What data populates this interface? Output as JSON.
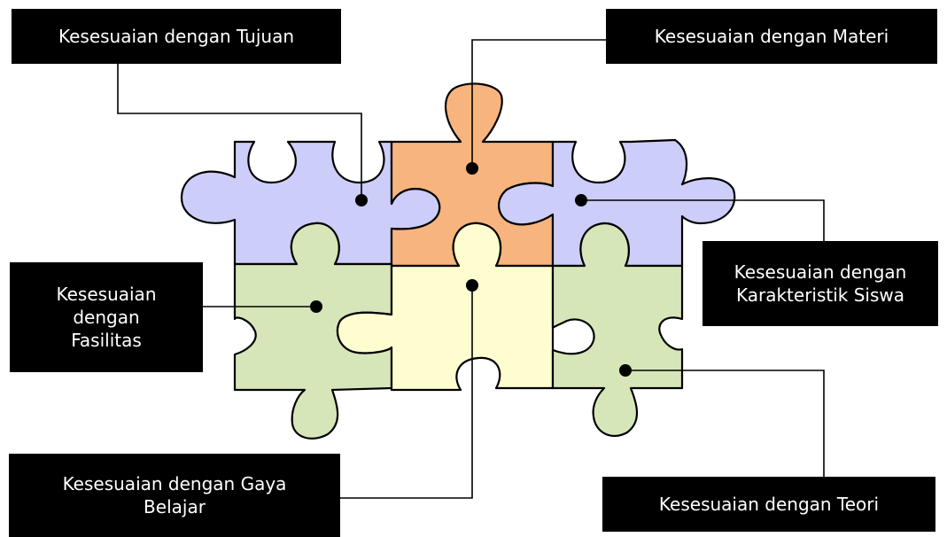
{
  "labels": {
    "tujuan": [
      "Kesesuaian dengan Tujuan"
    ],
    "materi": [
      "Kesesuaian dengan Materi"
    ],
    "karakteristik": [
      "Kesesuaian dengan",
      "Karakteristik Siswa"
    ],
    "fasilitas": [
      "Kesesuaian",
      "dengan",
      "Fasilitas"
    ],
    "gaya_belajar": [
      "Kesesuaian dengan Gaya",
      "Belajar"
    ],
    "teori": [
      "Kesesuaian dengan Teori"
    ]
  },
  "colors": {
    "purple": "#cccdf8",
    "orange": "#f8b47e",
    "green": "#d6e6b9",
    "yellow": "#fefdd0",
    "outline": "#000000",
    "label_bg": "#000000",
    "label_text": "#ffffff"
  }
}
